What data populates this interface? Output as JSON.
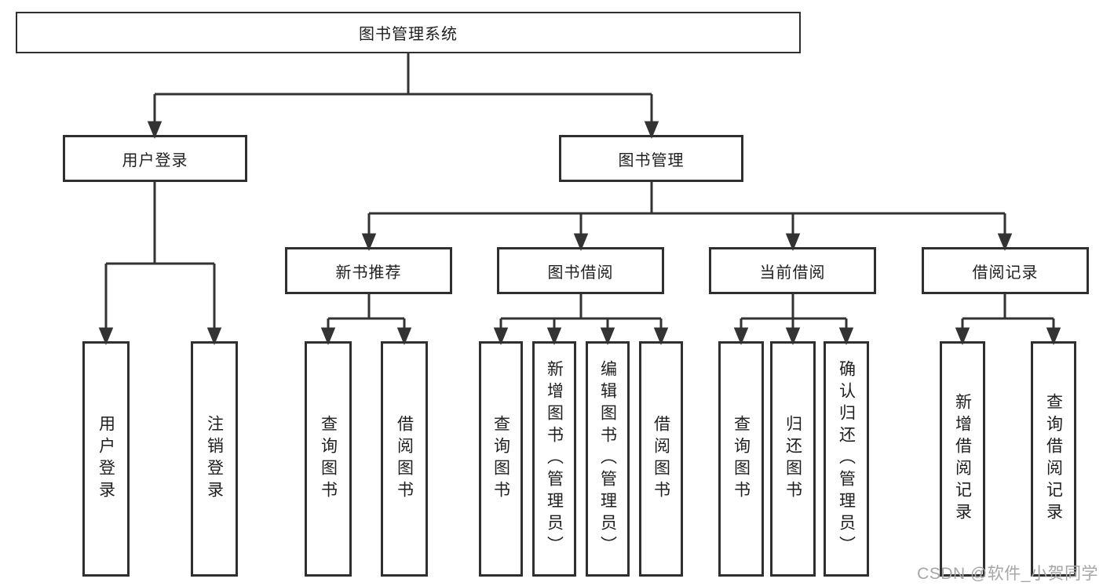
{
  "diagram": {
    "title": "图书管理系统",
    "root": {
      "label": "图书管理系统"
    },
    "level2": [
      {
        "label": "用户登录"
      },
      {
        "label": "图书管理"
      }
    ],
    "level3": [
      {
        "label": "新书推荐"
      },
      {
        "label": "图书借阅"
      },
      {
        "label": "当前借阅"
      },
      {
        "label": "借阅记录"
      }
    ],
    "leaves": [
      "用户登录",
      "注销登录",
      "查询图书",
      "借阅图书",
      "查询图书",
      "新增图书（管理员）",
      "编辑图书（管理员）",
      "借阅图书",
      "查询图书",
      "归还图书",
      "确认归还（管理员）",
      "新增借阅记录",
      "查询借阅记录"
    ],
    "hierarchy": {
      "图书管理系统": {
        "用户登录": [
          "用户登录",
          "注销登录"
        ],
        "图书管理": {
          "新书推荐": [
            "查询图书",
            "借阅图书"
          ],
          "图书借阅": [
            "查询图书",
            "新增图书（管理员）",
            "编辑图书（管理员）",
            "借阅图书"
          ],
          "当前借阅": [
            "查询图书",
            "归还图书",
            "确认归还（管理员）"
          ],
          "借阅记录": [
            "新增借阅记录",
            "查询借阅记录"
          ]
        }
      }
    }
  },
  "watermark": {
    "text": "CSDN @软件_小贺同学"
  },
  "colors": {
    "line": "#333333",
    "border": "#2f2f2f",
    "background": "#ffffff",
    "text": "#1f1f1f",
    "watermark": "#a6a6a6"
  }
}
